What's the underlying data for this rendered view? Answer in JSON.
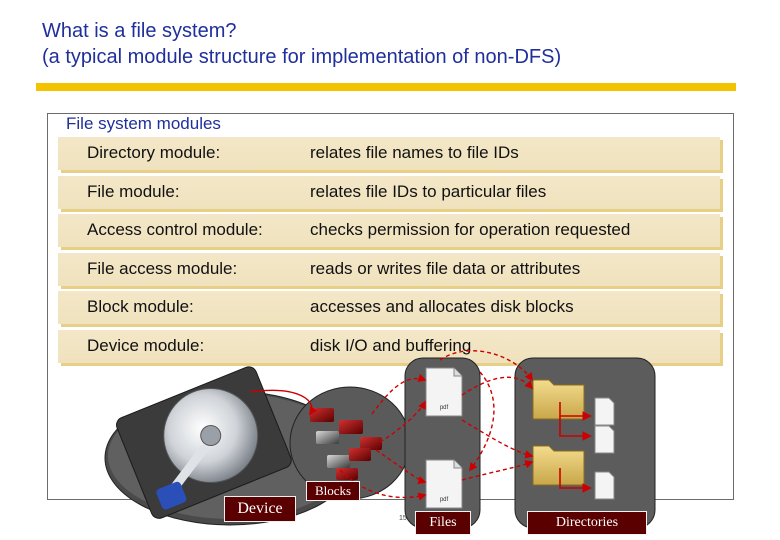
{
  "title": {
    "line1": "What is a file system?",
    "line2": "(a typical module structure for implementation of non-DFS)"
  },
  "frame_label": "File system modules",
  "modules": [
    {
      "name": "Directory module:",
      "desc": "relates file names to file IDs"
    },
    {
      "name": "File module:",
      "desc": "relates file IDs to particular files"
    },
    {
      "name": "Access control module:",
      "desc": "checks permission for operation requested"
    },
    {
      "name": "File access module:",
      "desc": "reads or writes file data or attributes"
    },
    {
      "name": "Block module:",
      "desc": "accesses and allocates disk blocks"
    },
    {
      "name": "Device module:",
      "desc": "disk I/O and buffering"
    }
  ],
  "labels": {
    "device": "Device",
    "blocks": "Blocks",
    "files": "Files",
    "directories": "Directories"
  },
  "doc_tag": "pdf",
  "page_number": "15",
  "colors": {
    "title": "#1f2f9c",
    "accent_bar": "#f3c300",
    "row_fill": "#f3e7c8",
    "label_box": "#5a0000",
    "arrow": "#cc0000",
    "folder": "#e0c46a"
  },
  "icons": [
    "hard-disk-icon",
    "block-icon",
    "document-icon",
    "folder-icon"
  ]
}
